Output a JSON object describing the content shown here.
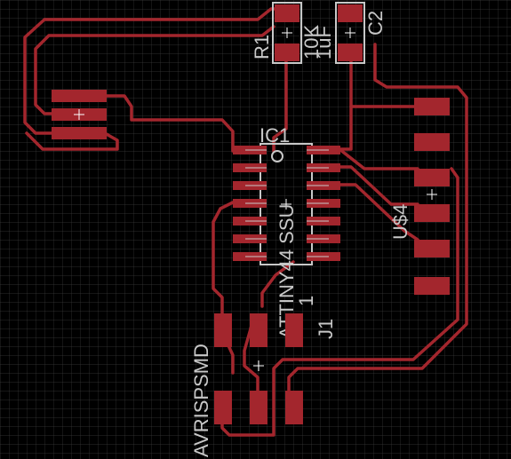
{
  "colors": {
    "background": "#000000",
    "grid": "#3a3a3a",
    "copper": "#a3262d",
    "silkscreen": "#c8c8c8",
    "origin": "#ffffff"
  },
  "labels": {
    "r1_name": "R1",
    "r1_value": "10K",
    "c2_name": "C2",
    "c2_value": "1uF",
    "ic1_name": "IC1",
    "ic1_value": "ATTINY44 SSU",
    "us4_name": "U$4",
    "j1_name": "J1",
    "j1_value": "AVRISPSMD",
    "j1_pin1": "1"
  }
}
